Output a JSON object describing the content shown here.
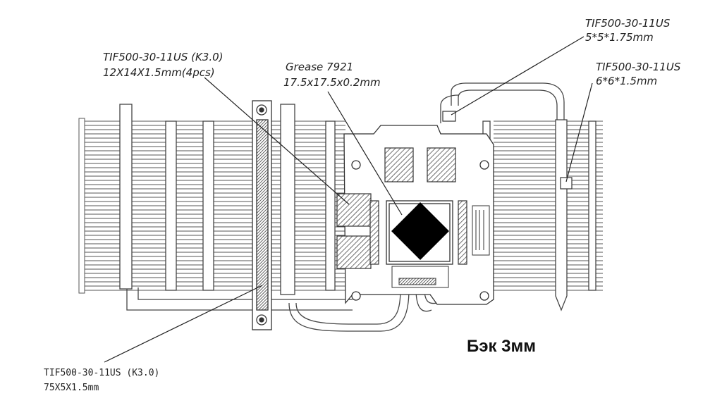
{
  "callouts": {
    "pad_large": {
      "line1": "TIF500-30-11US  (K3.0)",
      "line2": "12X14X1.5mm(4pcs)"
    },
    "grease": {
      "line1": "Grease  7921",
      "line2": "17.5x17.5x0.2mm"
    },
    "pad_5x5": {
      "line1": "TIF500-30-11US",
      "line2": "5*5*1.75mm"
    },
    "pad_6x6": {
      "line1": "TIF500-30-11US",
      "line2": "6*6*1.5mm"
    },
    "pad_strip": {
      "line1": "TIF500-30-11US  (K3.0)",
      "line2": "75X5X1.5mm"
    }
  },
  "backplate_note": "Бэк 3мм"
}
